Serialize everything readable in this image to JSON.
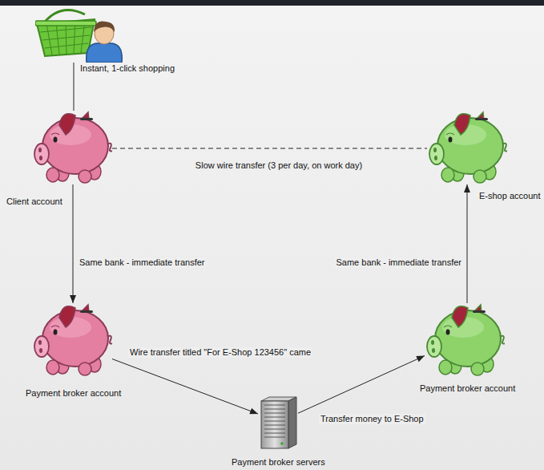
{
  "diagram": {
    "nodes": [
      {
        "text": [
          "Instant, 1-click shopping"
        ]
      },
      {
        "text": [
          "Client account"
        ]
      },
      {
        "text": [
          "E-shop account"
        ]
      },
      {
        "text": [
          "Payment broker account"
        ]
      },
      {
        "text": [
          "Payment broker account"
        ]
      },
      {
        "text": [
          "Payment broker servers"
        ]
      }
    ],
    "edges": [
      {
        "from": 0,
        "to": 1,
        "arrow": "none"
      },
      {
        "from": 1,
        "to": 2,
        "label": "Slow wire transfer (3 per day, on work day)",
        "arrow": "none"
      },
      {
        "from": 1,
        "to": 3,
        "label": "Same bank - immediate transfer",
        "arrow": "to"
      },
      {
        "from": 3,
        "to": 5,
        "label": "Wire transfer titled \"For E-Shop 123456\" came",
        "arrow": "to"
      },
      {
        "from": 5,
        "to": 4,
        "label": "Transfer money to E-Shop",
        "arrow": "to"
      },
      {
        "from": 4,
        "to": 2,
        "label": "Same bank - immediate transfer",
        "arrow": "to"
      }
    ]
  }
}
